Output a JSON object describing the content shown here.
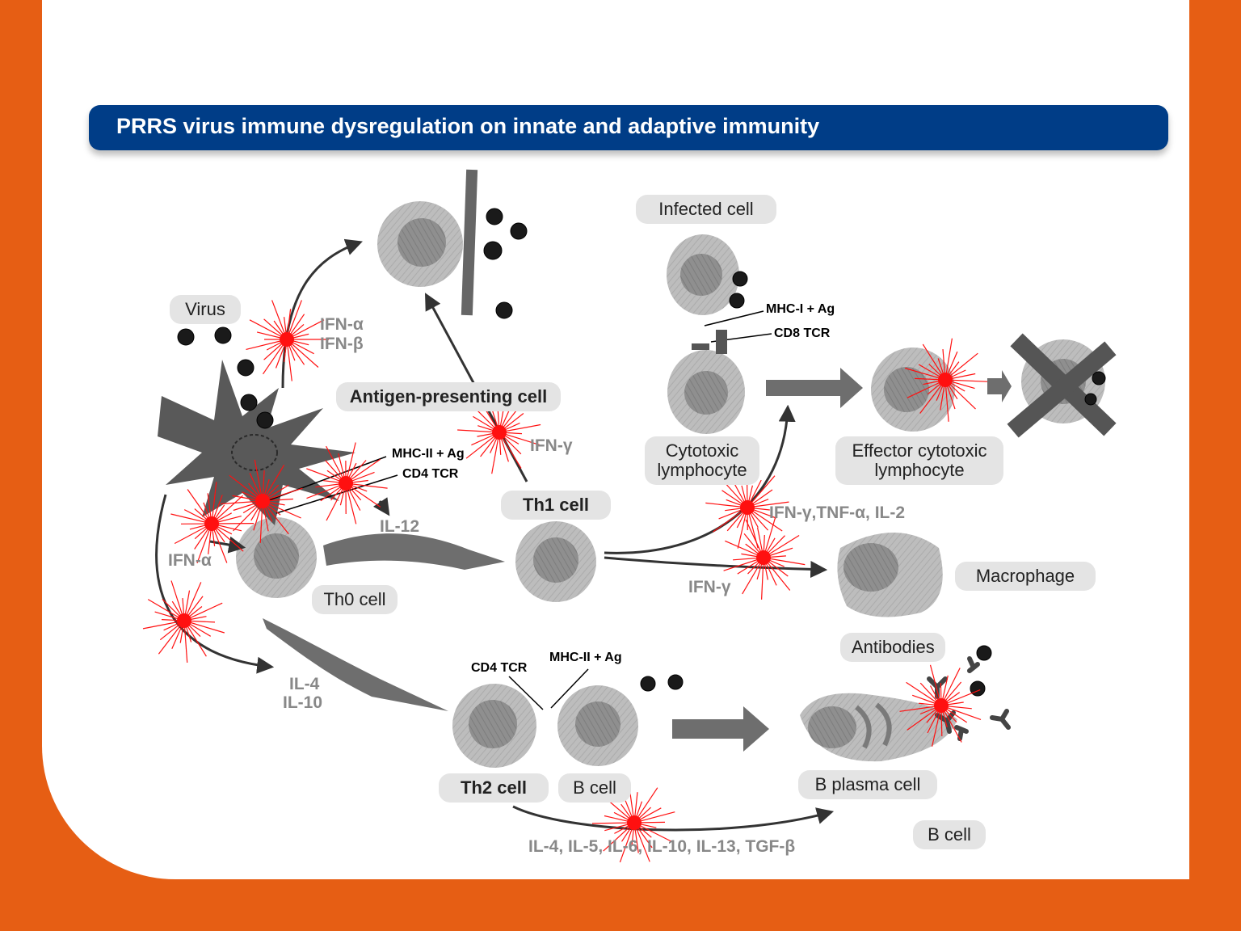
{
  "title": "PRRS virus immune dysregulation on innate and adaptive immunity",
  "colors": {
    "background": "#E65E14",
    "title_bar": "#003D87",
    "cytokine_burst": "#FF1010",
    "cell": "#BDBDBD",
    "cell_nucleus": "#8F8F8F",
    "arrow": "#333333"
  },
  "labels": {
    "virus": "Virus",
    "antigen_presenting_cell": "Antigen-presenting cell",
    "infected_cell": "Infected cell",
    "cytotoxic_lymphocyte_line1": "Cytotoxic",
    "cytotoxic_lymphocyte_line2": "lymphocyte",
    "effector_line1": "Effector cytotoxic",
    "effector_line2": "lymphocyte",
    "th1_cell": "Th1 cell",
    "th0_cell": "Th0 cell",
    "macrophage": "Macrophage",
    "antibodies": "Antibodies",
    "th2_cell": "Th2 cell",
    "b_cell": "B cell",
    "b_plasma_cell": "B plasma cell",
    "b_cell_bottom": "B cell"
  },
  "cytokines": {
    "ifn_alpha_top": "IFN-α",
    "ifn_beta_top": "IFN-β",
    "ifn_gamma_apc": "IFN-γ",
    "il12": "IL-12",
    "ifn_alpha_left": "IFN-α",
    "ifn_gamma_tnf_il2": "IFN-γ,TNF-α, IL-2",
    "ifn_gamma_macrophage": "IFN-γ",
    "il4": "IL-4",
    "il10": "IL-10",
    "th2_list": "IL-4, IL-5, IL-6, IL-10, IL-13, TGF-β"
  },
  "receptors": {
    "mhc2_top": "MHC-II + Ag",
    "cd4_top": "CD4 TCR",
    "mhc1": "MHC-I + Ag",
    "cd8": "CD8 TCR",
    "cd4_bottom": "CD4 TCR",
    "mhc2_bottom": "MHC-II + Ag"
  }
}
